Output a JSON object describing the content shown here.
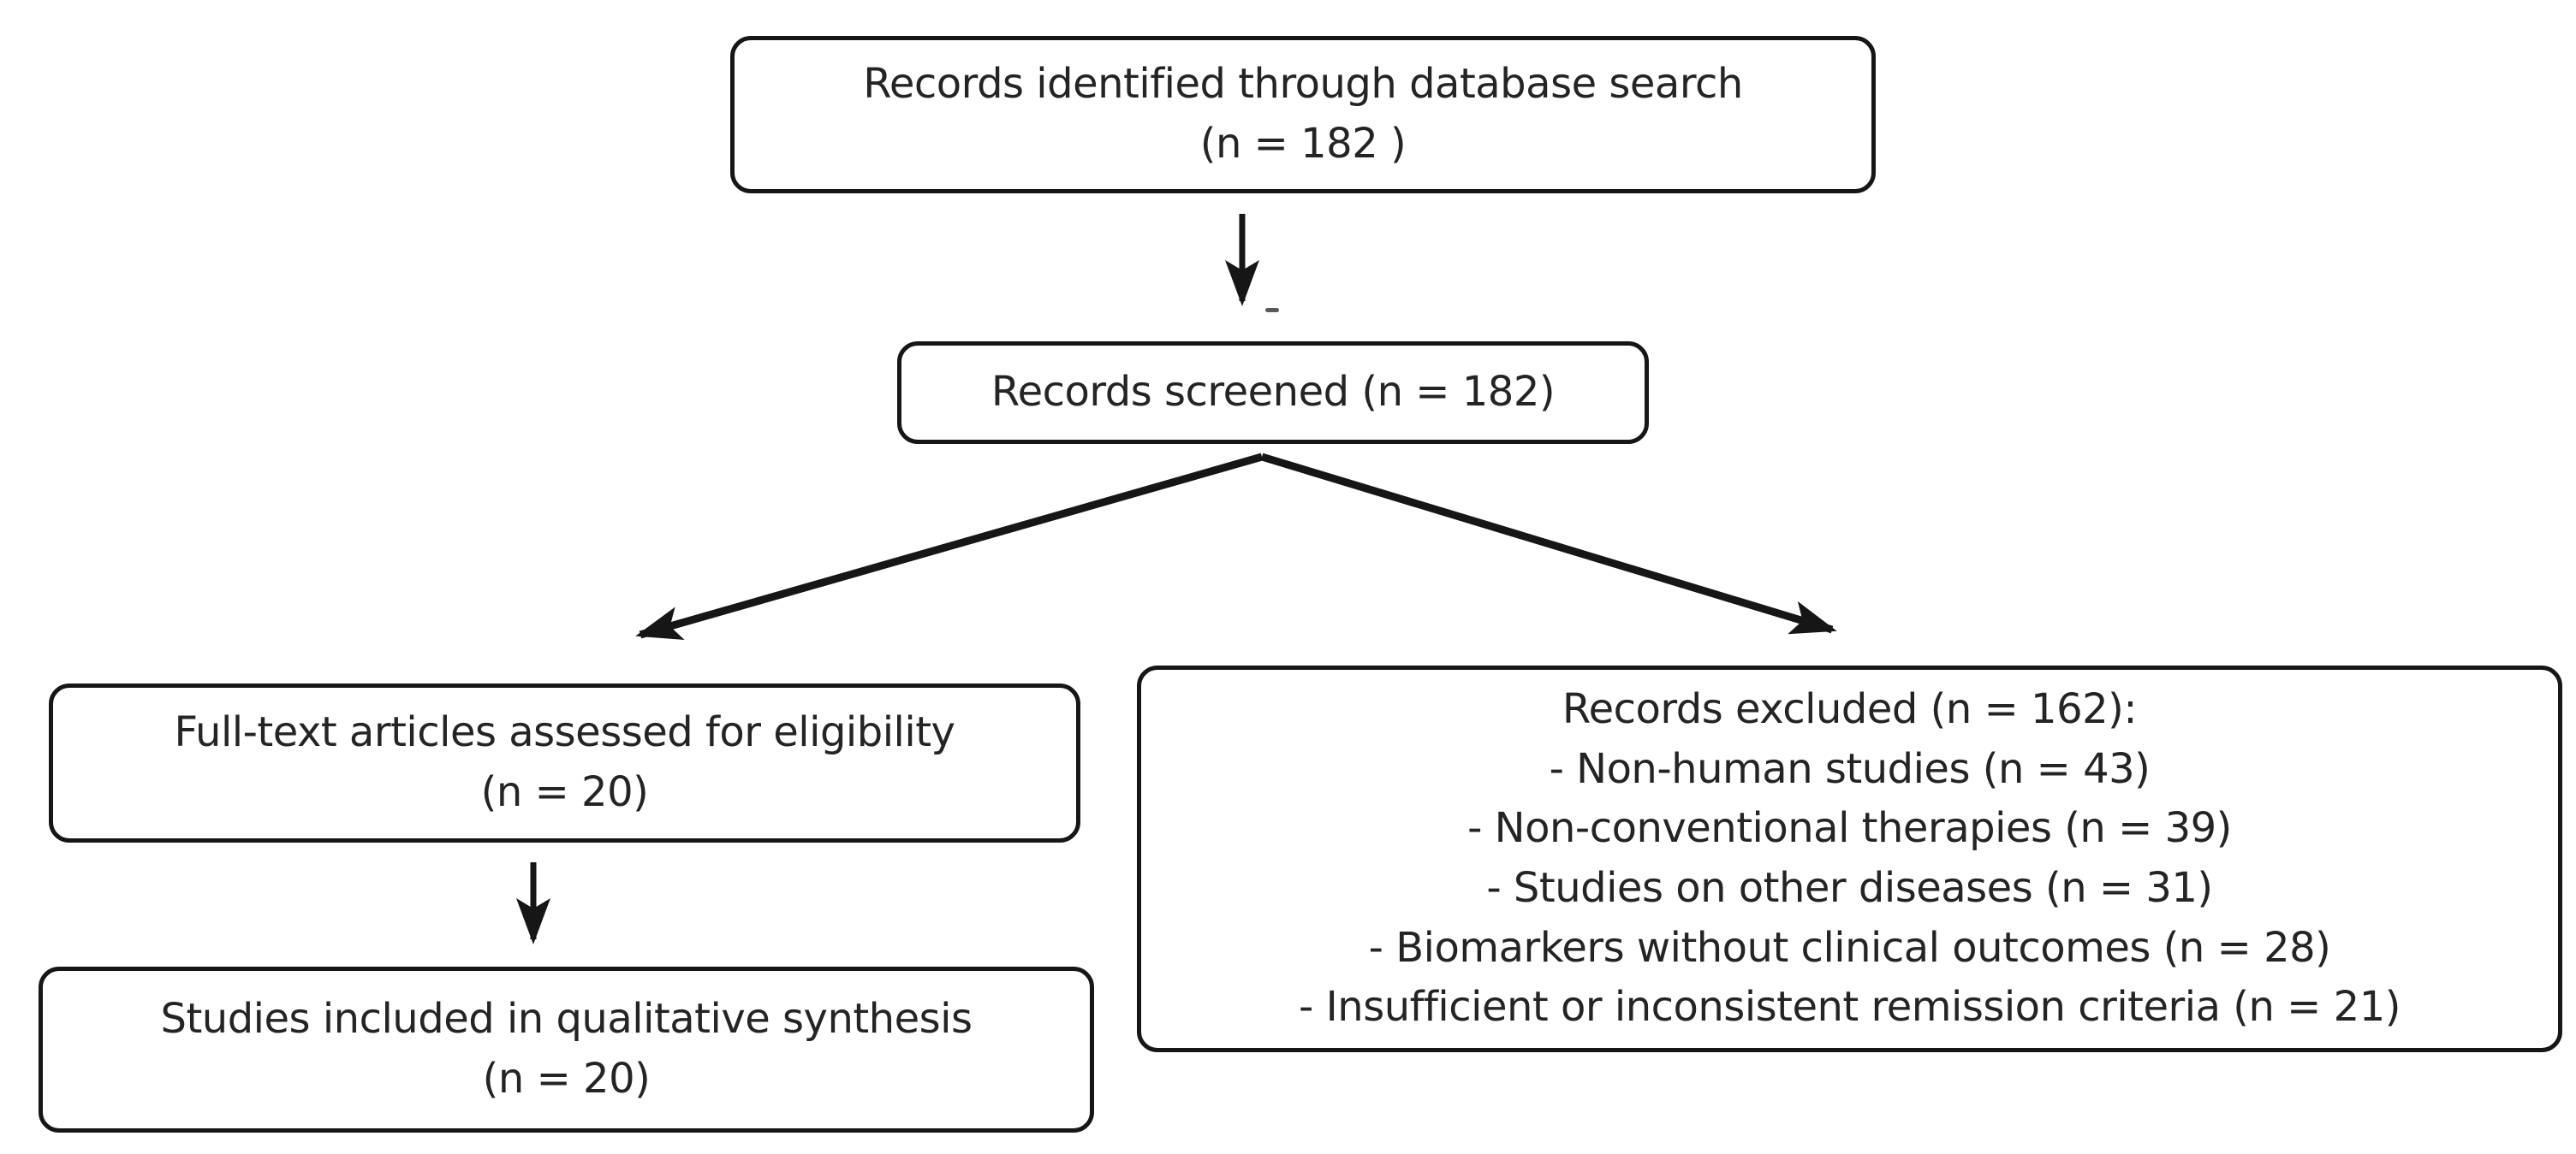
{
  "diagram": {
    "type": "prisma-flow",
    "colors": {
      "stroke": "#161616",
      "text": "#242424",
      "background": "#ffffff"
    },
    "boxes": {
      "identified": {
        "label": "Records identified through database search",
        "count": "(n = 182 )"
      },
      "screened": {
        "label": "Records screened (n = 182)"
      },
      "fulltext": {
        "label": "Full-text articles assessed for eligibility",
        "count": "(n = 20)"
      },
      "included": {
        "label": "Studies included in qualitative synthesis",
        "count": "(n = 20)"
      },
      "excluded": {
        "header": "Records excluded (n = 162):",
        "items": [
          "- Non-human studies (n = 43)",
          "- Non-conventional therapies (n = 39)",
          "- Studies on other diseases (n = 31)",
          "- Biomarkers without clinical outcomes (n = 28)",
          "- Insufficient or inconsistent remission criteria (n = 21)"
        ]
      }
    }
  }
}
